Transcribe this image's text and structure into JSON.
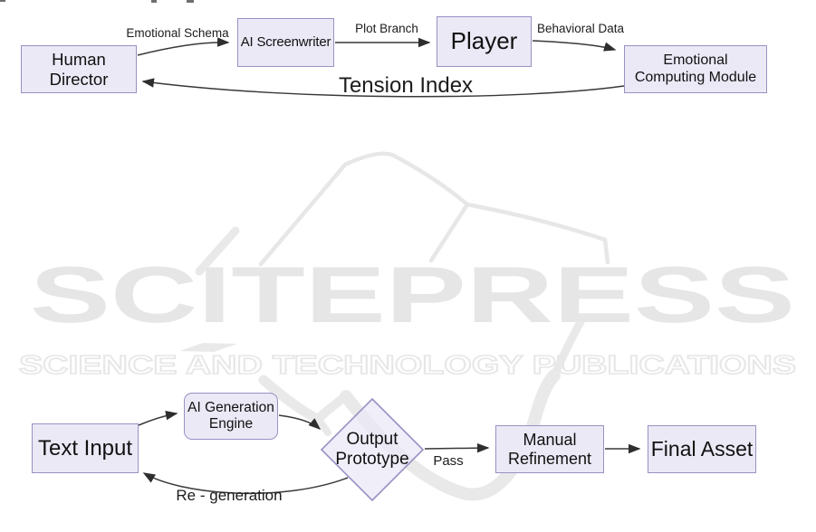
{
  "watermark": {
    "logo_text": "SCITEPRESS",
    "tagline": "SCIENCE AND TECHNOLOGY PUBLICATIONS",
    "color": "#e6e6e6"
  },
  "colors": {
    "node_fill": "#ebe9f6",
    "node_border": "#9a90c3",
    "arrow": "#383838",
    "text": "#111111"
  },
  "diagram_top": {
    "nodes": {
      "human_director": {
        "label": "Human Director"
      },
      "ai_screenwriter": {
        "label": "AI Screenwriter"
      },
      "player": {
        "label": "Player"
      },
      "emotional_computing_module": {
        "label": "Emotional Computing Module",
        "lines": [
          "Emotional",
          "Computing Module"
        ]
      }
    },
    "edges": {
      "director_to_screenwriter": {
        "label": "Emotional Schema"
      },
      "screenwriter_to_player": {
        "label": "Plot Branch"
      },
      "player_to_module": {
        "label": "Behavioral Data"
      },
      "module_to_director": {
        "label": "Tension Index"
      }
    }
  },
  "diagram_bottom": {
    "nodes": {
      "text_input": {
        "label": "Text Input"
      },
      "ai_generation_engine": {
        "label": "AI Generation Engine",
        "lines": [
          "AI Generation",
          "Engine"
        ]
      },
      "output_prototype": {
        "label": "Output Prototype",
        "lines": [
          "Output",
          "Prototype"
        ]
      },
      "manual_refinement": {
        "label": "Manual Refinement",
        "lines": [
          "Manual",
          "Refinement"
        ]
      },
      "final_asset": {
        "label": "Final Asset"
      }
    },
    "edges": {
      "prototype_to_refinement": {
        "label": "Pass"
      },
      "prototype_to_input": {
        "label": "Re - generation"
      }
    }
  }
}
